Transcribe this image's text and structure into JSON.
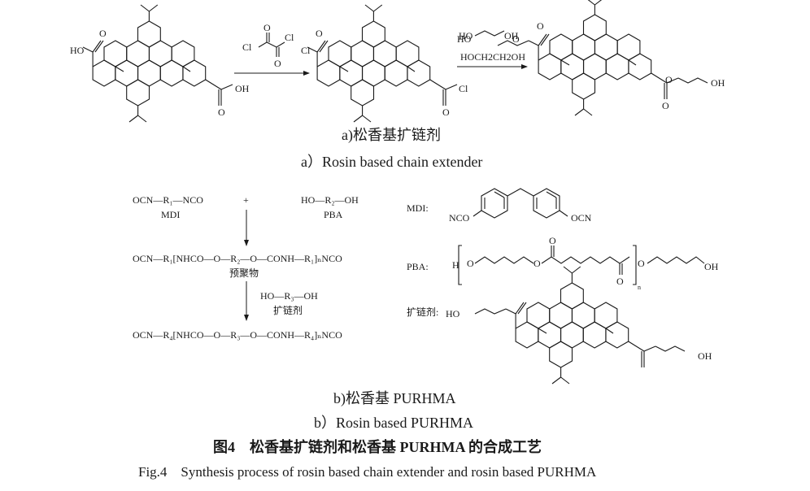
{
  "part_a": {
    "reagent": "Cl",
    "reagent2": "Cl",
    "reagent_o": "O",
    "reagent_o2": "O",
    "diol": "HO",
    "diol_oh": "OH",
    "diol_arrow_label": "HOCH2CH2OH",
    "acid_ho": "HO",
    "acid_oh": "OH",
    "acyl_cl_left": "Cl",
    "acyl_cl_right": "Cl",
    "ester_ho": "HO",
    "ester_oh": "OH",
    "o": "O",
    "caption_zh": "a)松香基扩链剂",
    "caption_en": "a）Rosin based chain extender"
  },
  "part_b": {
    "mdi_formula": "OCN—R₁—NCO",
    "mdi_label": "MDI",
    "plus": "+",
    "pba_formula": "HO—R₂—OH",
    "pba_label": "PBA",
    "prepolymer_formula": "OCN—R₁[NHCO—O—R₂—O—CONH—R₁]ₙNCO",
    "prepolymer_label": "预聚物",
    "extender_formula": "HO—R₃—OH",
    "extender_label": "扩链剂",
    "product_formula": "OCN—R₄[NHCO—O—R₃—O—CONH—R₄]ₙNCO",
    "mdi_struct_label": "MDI:",
    "mdi_left": "NCO",
    "mdi_right": "OCN",
    "pba_struct_label": "PBA:",
    "pba_h": "H",
    "pba_o": "O",
    "pba_oh": "OH",
    "pba_n": "n",
    "ext_struct_label": "扩链剂:",
    "ext_ho": "HO",
    "ext_oh": "OH",
    "caption_zh": "b)松香基 PURHMA",
    "caption_en": "b）Rosin based PURHMA"
  },
  "figure": {
    "title_zh": "图4　松香基扩链剂和松香基 PURHMA 的合成工艺",
    "title_en": "Fig.4　Synthesis process of rosin based chain extender and rosin based PURHMA"
  }
}
